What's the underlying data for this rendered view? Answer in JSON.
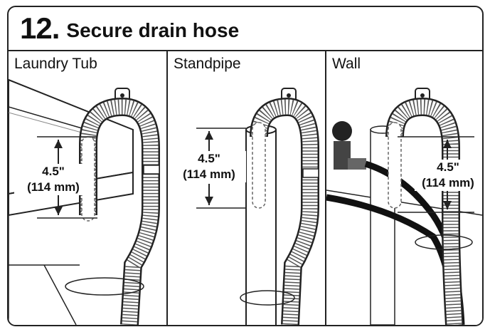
{
  "header": {
    "step_number": "12.",
    "title": "Secure drain hose"
  },
  "panels": [
    {
      "label": "Laundry Tub",
      "measure_in": "4.5\"",
      "measure_mm": "(114 mm)"
    },
    {
      "label": "Standpipe",
      "measure_in": "4.5\"",
      "measure_mm": "(114 mm)"
    },
    {
      "label": "Wall",
      "measure_in": "4.5\"",
      "measure_mm": "(114 mm)"
    }
  ]
}
